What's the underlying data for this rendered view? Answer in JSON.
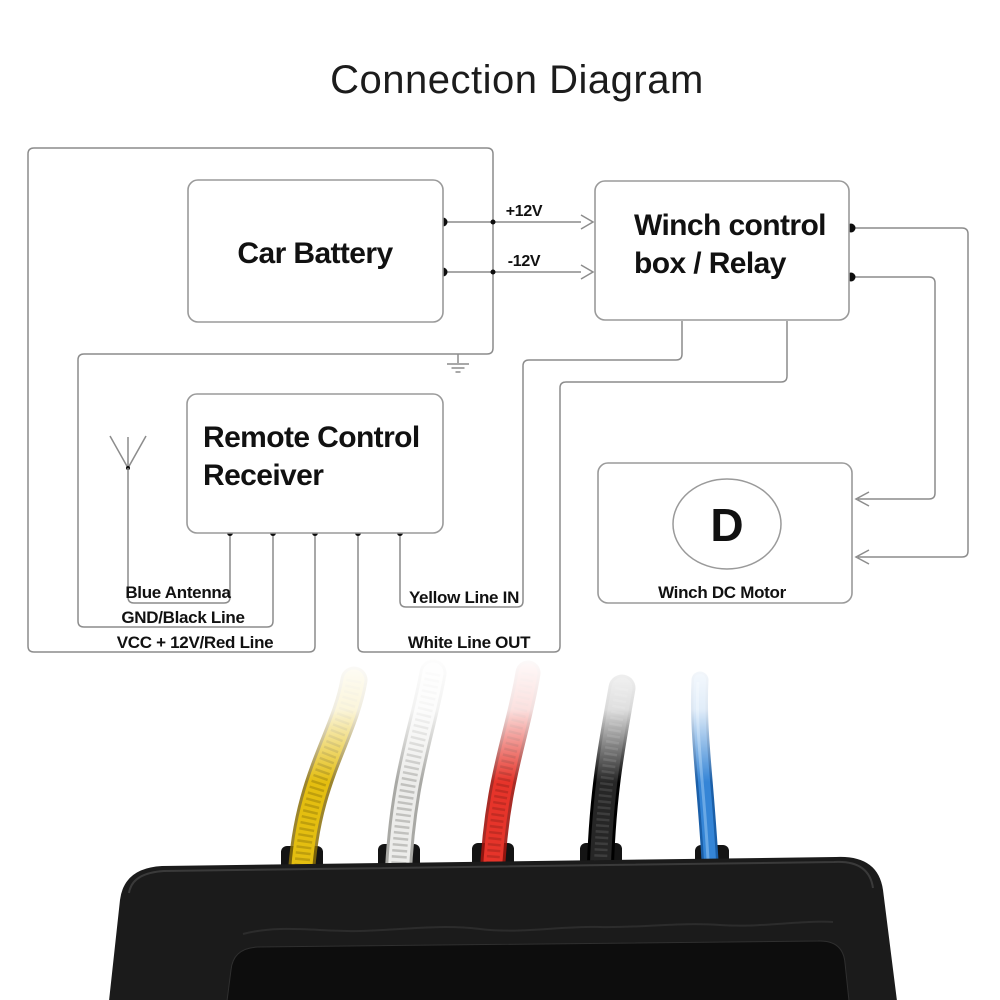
{
  "title": "Connection Diagram",
  "boxes": {
    "car_battery": {
      "label": "Car Battery"
    },
    "winch_control": {
      "line1": "Winch control",
      "line2": "box / Relay"
    },
    "receiver": {
      "line1": "Remote Control",
      "line2": "Receiver"
    },
    "motor": {
      "symbol": "D",
      "label": "Winch DC Motor"
    }
  },
  "wire_labels": {
    "plus_12v": "+12V",
    "minus_12v": "-12V",
    "blue_antenna": "Blue Antenna",
    "gnd_black": "GND/Black Line",
    "vcc_red": "VCC + 12V/Red Line",
    "yellow_in": "Yellow Line IN",
    "white_out": "White Line OUT"
  },
  "photo_wires": [
    {
      "name": "yellow-wire",
      "color": "#e4be10"
    },
    {
      "name": "white-wire",
      "color": "#ececea"
    },
    {
      "name": "red-wire",
      "color": "#e6342a"
    },
    {
      "name": "black-wire",
      "color": "#262626"
    },
    {
      "name": "blue-wire",
      "color": "#3585d6"
    }
  ],
  "diagram_colors": {
    "line": "#8c8c8c",
    "text": "#111111",
    "box_border": "#9a9a9a",
    "device_body": "#1b1b1b"
  }
}
